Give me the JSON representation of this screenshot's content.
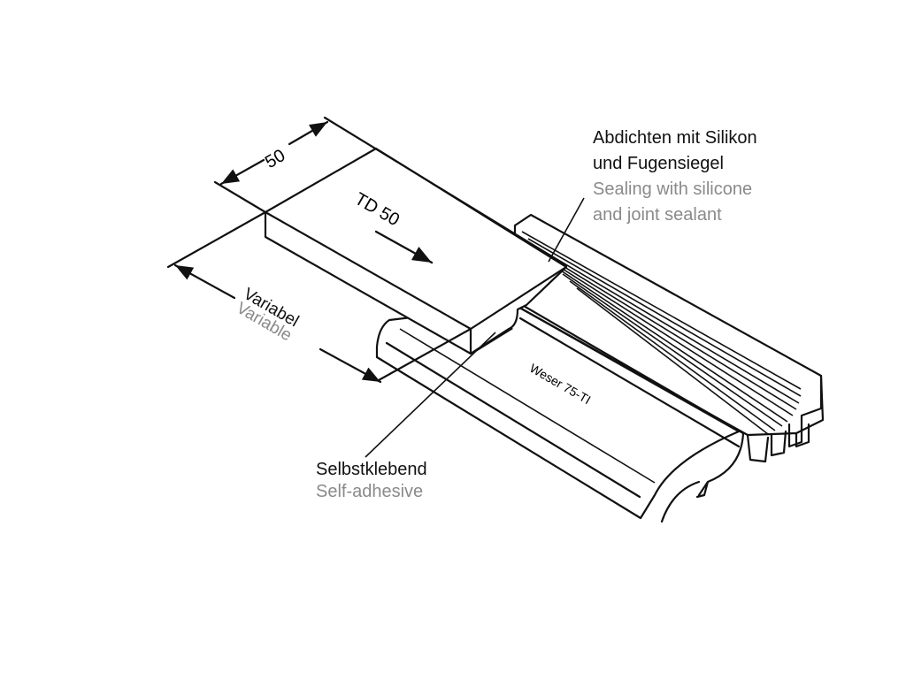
{
  "dimensions": {
    "width_value": "50",
    "length_de": "Variabel",
    "length_en": "Variable"
  },
  "product": {
    "tread_label": "TD 50",
    "profile_label": "Weser 75-TI"
  },
  "callouts": {
    "sealing": {
      "de_line1": "Abdichten mit Silikon",
      "de_line2": "und Fugensiegel",
      "en_line1": "Sealing with silicone",
      "en_line2": "and joint sealant"
    },
    "adhesive": {
      "de": "Selbstklebend",
      "en": "Self-adhesive"
    }
  },
  "colors": {
    "line": "#111111",
    "english_text": "#8a8a8a"
  }
}
